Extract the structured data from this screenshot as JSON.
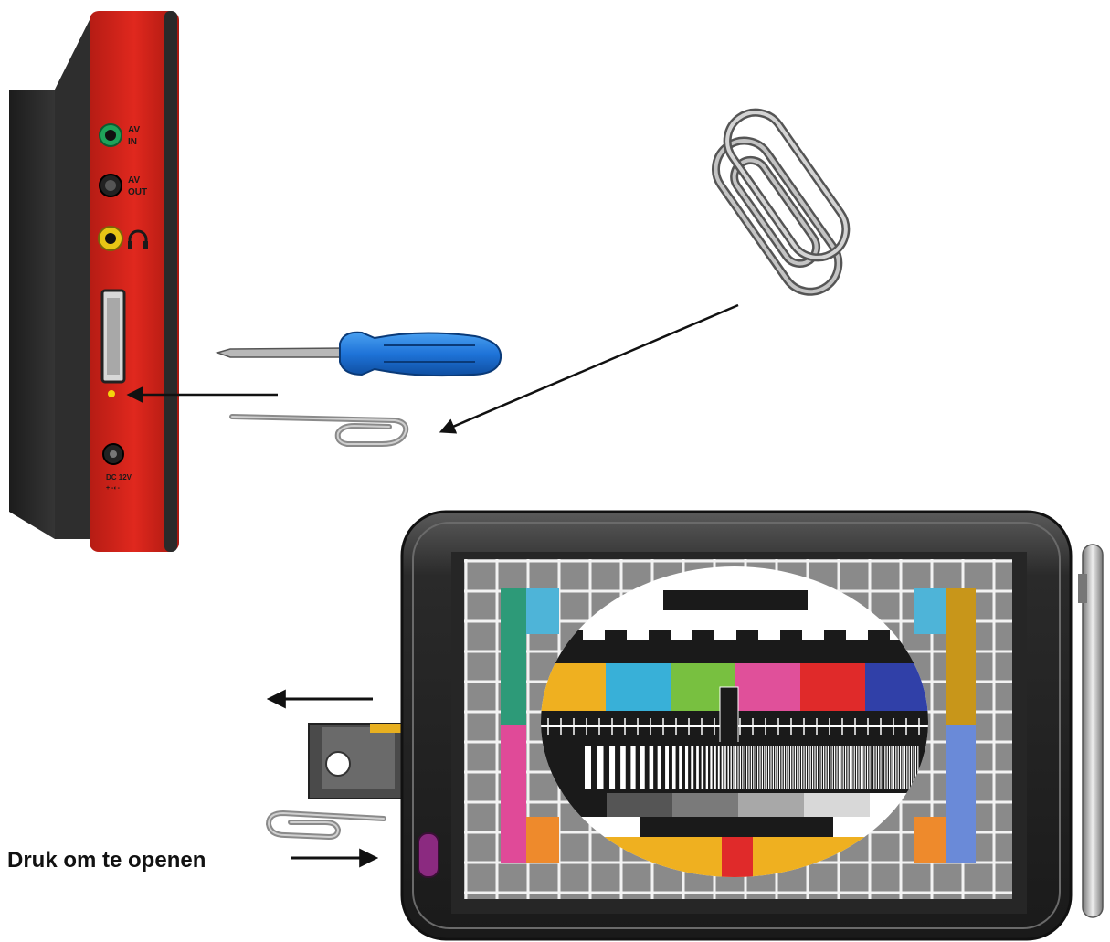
{
  "side_device": {
    "port_labels": {
      "av_in_top": "AV",
      "av_in_bottom": "IN",
      "av_out_top": "AV",
      "av_out_bottom": "OUT",
      "dc": "DC 12V",
      "dc_polarity": "+ -◐-"
    }
  },
  "instruction": {
    "caption": "Druk om te openen"
  },
  "colors": {
    "device_red": "#d8261c",
    "bezel": "#3a3a3a",
    "screwdriver_blue": "#1e73d8",
    "paperclip": "#8a8a8a",
    "indicator_yellow": "#f4d40c",
    "release_button": "#8b2a80"
  },
  "icons": [
    "paperclip-icon",
    "screwdriver-icon",
    "headphone-icon",
    "arrow-icon"
  ]
}
